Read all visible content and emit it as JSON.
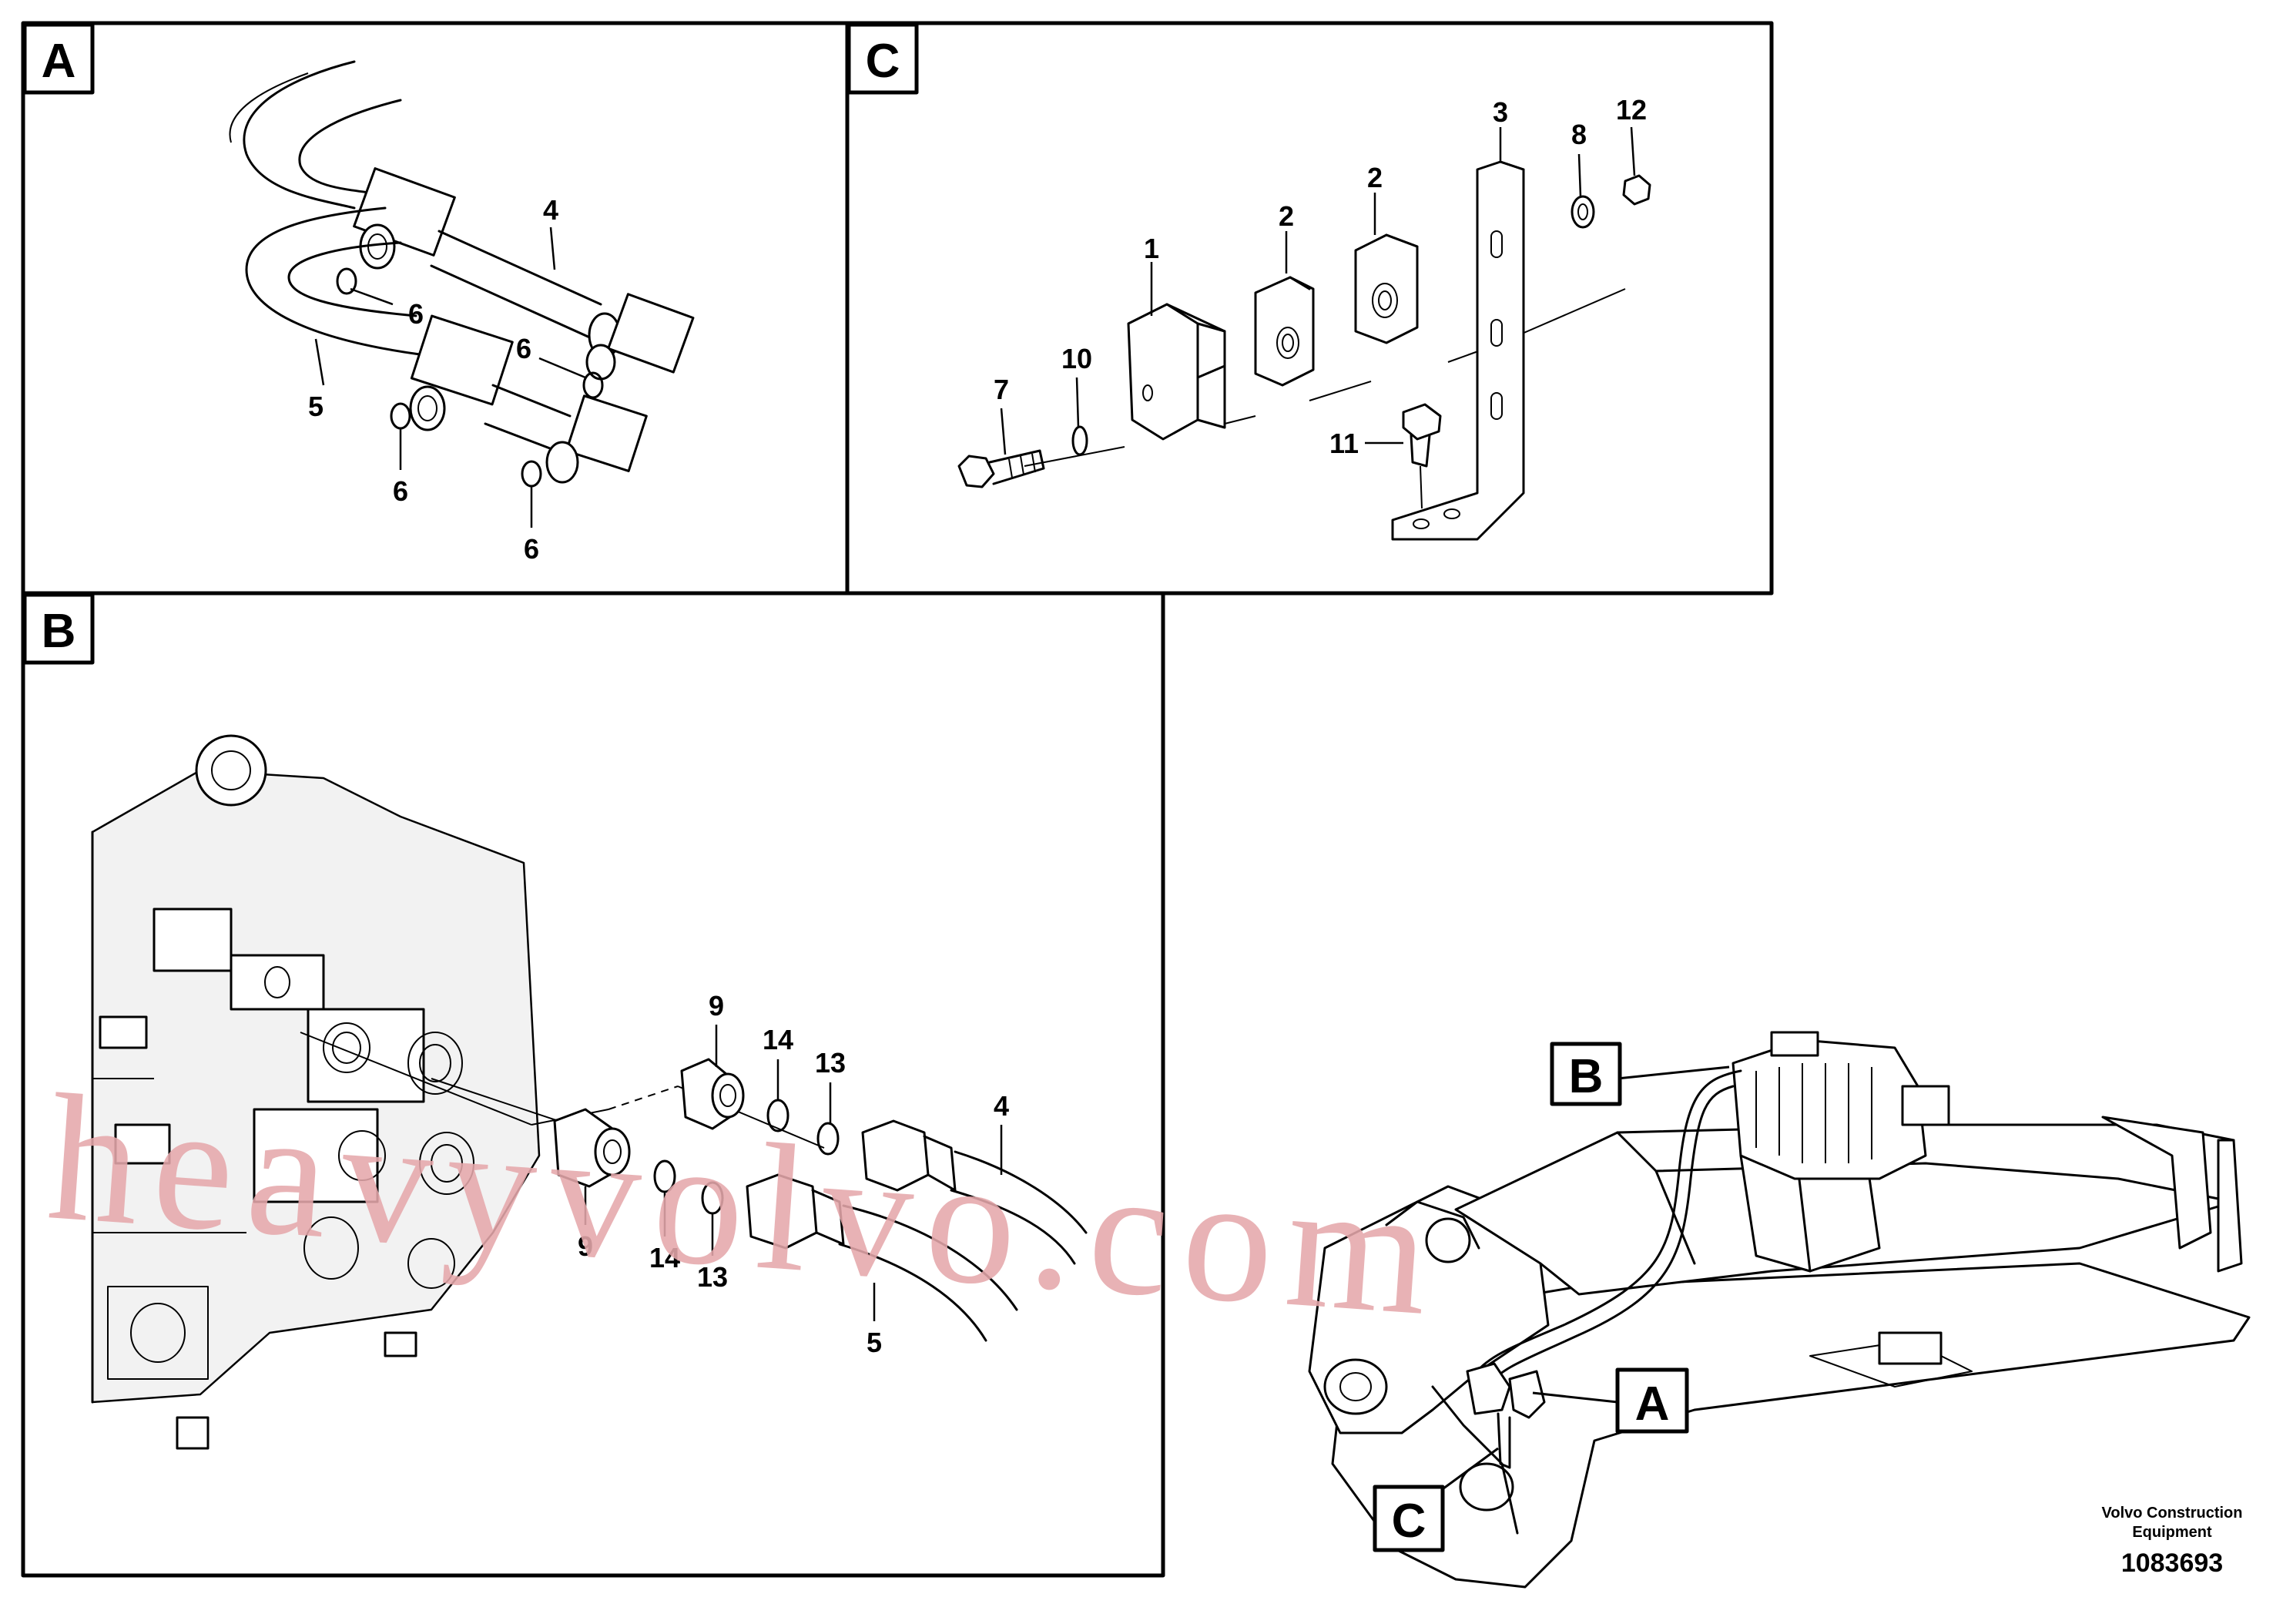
{
  "panels": {
    "A": {
      "letter": "A",
      "labels": [
        "4",
        "5",
        "6",
        "6",
        "6",
        "6"
      ]
    },
    "B": {
      "letter": "B",
      "labels": [
        "9",
        "14",
        "13",
        "4",
        "9",
        "14",
        "13",
        "5"
      ]
    },
    "C": {
      "letter": "C",
      "labels": [
        "1",
        "2",
        "2",
        "3",
        "8",
        "12",
        "7",
        "10",
        "11"
      ]
    }
  },
  "overview": {
    "callouts": [
      "B",
      "A",
      "C"
    ]
  },
  "watermark": "heavyvolvo.com",
  "footer": {
    "company_line1": "Volvo Construction",
    "company_line2": "Equipment",
    "doc_number": "1083693"
  }
}
